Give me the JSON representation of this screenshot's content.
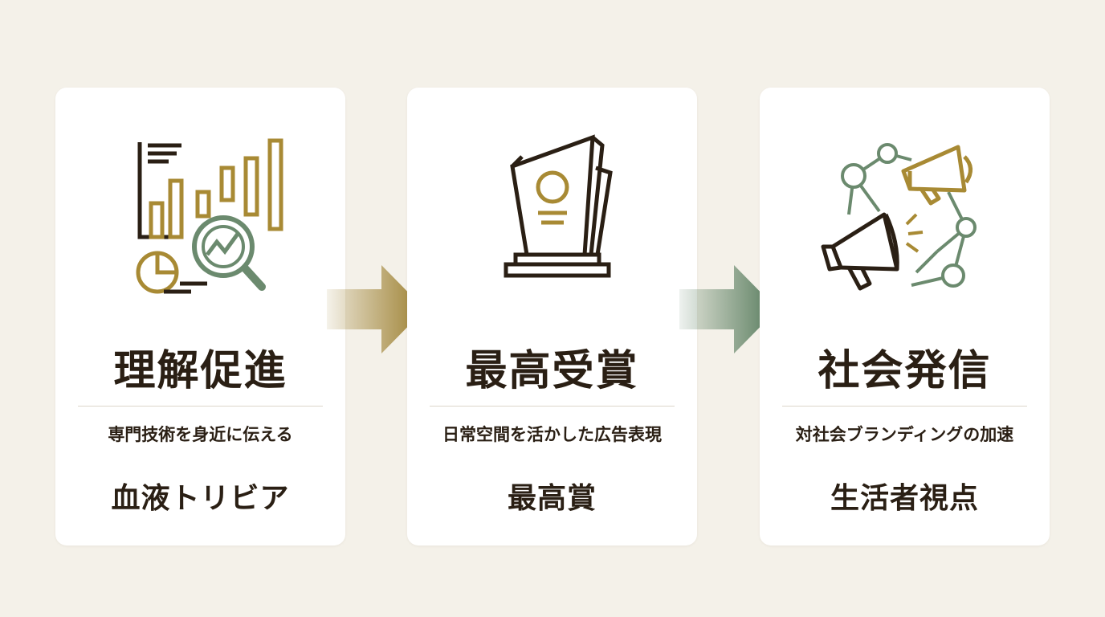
{
  "cards": [
    {
      "title": "理解促進",
      "subtitle": "専門技術を身近に伝える",
      "label": "血液トリビア",
      "icon": "chart-magnifier-icon"
    },
    {
      "title": "最高受賞",
      "subtitle": "日常空間を活かした広告表現",
      "label": "最高賞",
      "icon": "trophy-award-icon"
    },
    {
      "title": "社会発信",
      "subtitle": "対社会ブランディングの加速",
      "label": "生活者視点",
      "icon": "megaphone-network-icon"
    }
  ],
  "colors": {
    "background": "#f4f1e9",
    "card": "#ffffff",
    "dark": "#2a1f14",
    "gold": "#a88a34",
    "green": "#6b8a6e",
    "arrow_gold": "#9c7f2f",
    "arrow_green": "#557a5b"
  }
}
